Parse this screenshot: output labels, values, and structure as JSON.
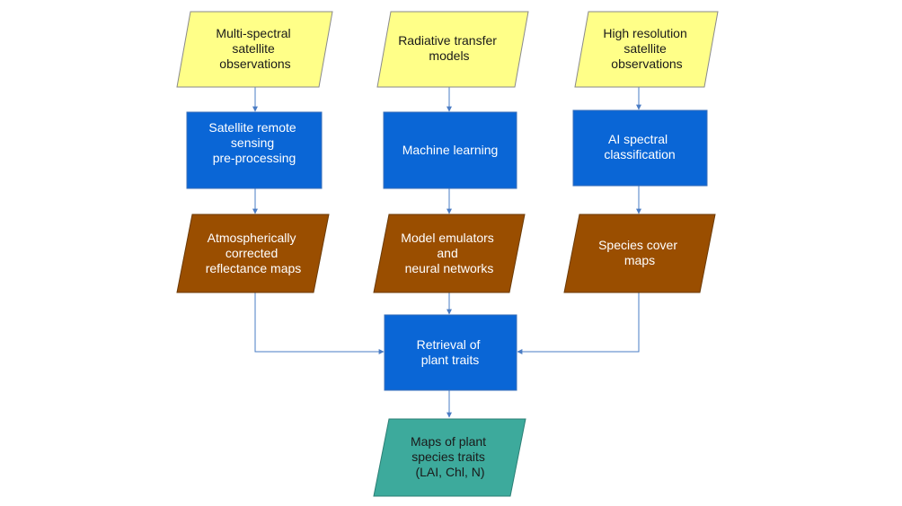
{
  "colors": {
    "input": "#FFFF88",
    "process": "#0A66D6",
    "output": "#9A4E00",
    "result": "#3DAA9C",
    "connector": "#4A7CC4"
  },
  "nodes": {
    "multispectral": {
      "lines": [
        "Multi-spectral",
        "satellite",
        "observations"
      ]
    },
    "rtm": {
      "lines": [
        "Radiative transfer",
        "models"
      ]
    },
    "highres": {
      "lines": [
        "High resolution",
        "satellite",
        "observations"
      ]
    },
    "preprocessing": {
      "lines": [
        "Satellite remote",
        "sensing",
        "pre-processing"
      ]
    },
    "ml": {
      "lines": [
        "Machine learning"
      ]
    },
    "ai": {
      "lines": [
        "AI spectral",
        "classification"
      ]
    },
    "reflectance": {
      "lines": [
        "Atmospherically",
        "corrected",
        "reflectance maps"
      ]
    },
    "emulators": {
      "lines": [
        "Model emulators",
        "and",
        "neural networks"
      ]
    },
    "species_cover": {
      "lines": [
        "Species cover",
        "maps"
      ]
    },
    "retrieval": {
      "lines": [
        "Retrieval of",
        "plant traits"
      ]
    },
    "maps": {
      "lines": [
        "Maps of plant",
        "species traits",
        "(LAI, Chl, N)"
      ]
    }
  }
}
